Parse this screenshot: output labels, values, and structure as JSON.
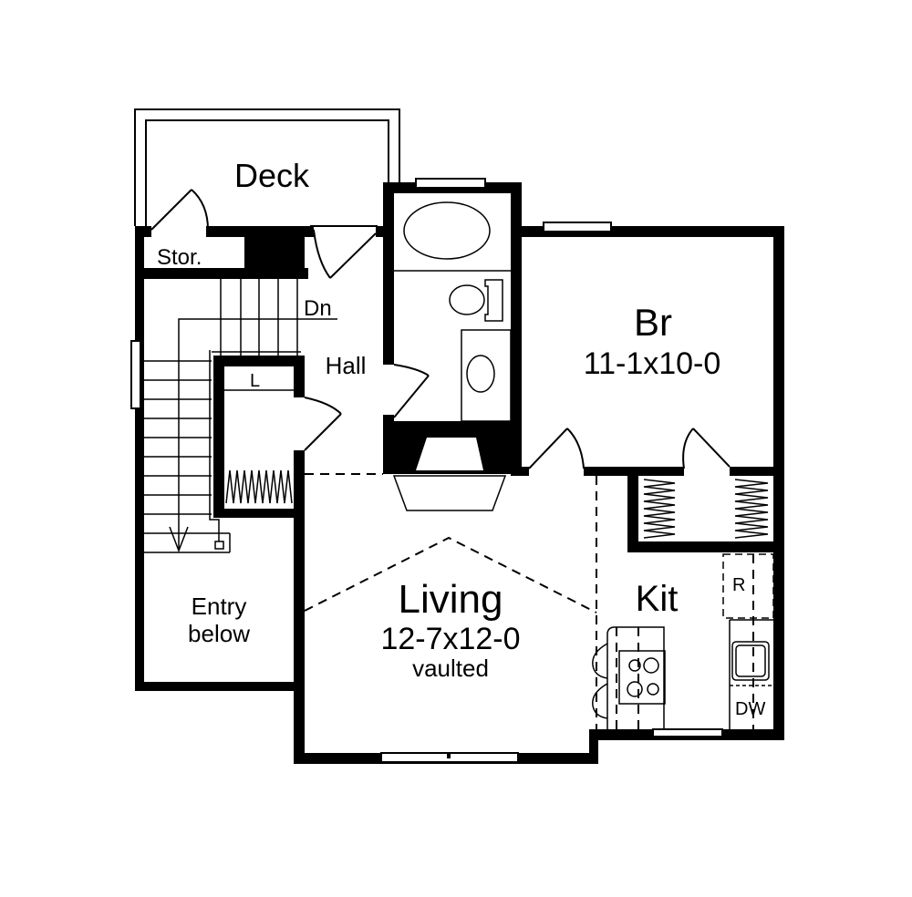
{
  "plan": {
    "rooms": {
      "deck": {
        "label": "Deck"
      },
      "storage": {
        "label": "Stor."
      },
      "hall": {
        "label": "Hall",
        "stairs_label": "Dn"
      },
      "linen": {
        "label": "L"
      },
      "bedroom": {
        "label": "Br",
        "dimensions": "11-1x10-0"
      },
      "living": {
        "label": "Living",
        "dimensions": "12-7x12-0",
        "note": "vaulted"
      },
      "kitchen": {
        "label": "Kit",
        "refrigerator": "R",
        "dishwasher": "DW"
      },
      "entry": {
        "line1": "Entry",
        "line2": "below"
      }
    },
    "colors": {
      "wall": "#000000",
      "background": "#ffffff"
    }
  }
}
